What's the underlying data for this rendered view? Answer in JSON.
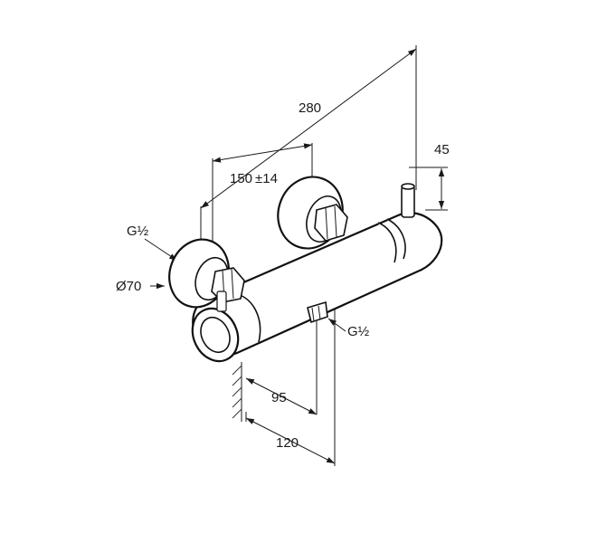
{
  "dimensions": {
    "overall_length": "280",
    "inlet_spacing": "150",
    "inlet_tolerance": "±14",
    "handle_height": "45",
    "outlet_offset_1": "95",
    "outlet_offset_2": "120"
  },
  "labels": {
    "inlet_thread": "G½",
    "outlet_thread": "G½",
    "rosette_diameter": "Ø70"
  },
  "colors": {
    "line": "#1a1a1a",
    "background": "#ffffff"
  }
}
